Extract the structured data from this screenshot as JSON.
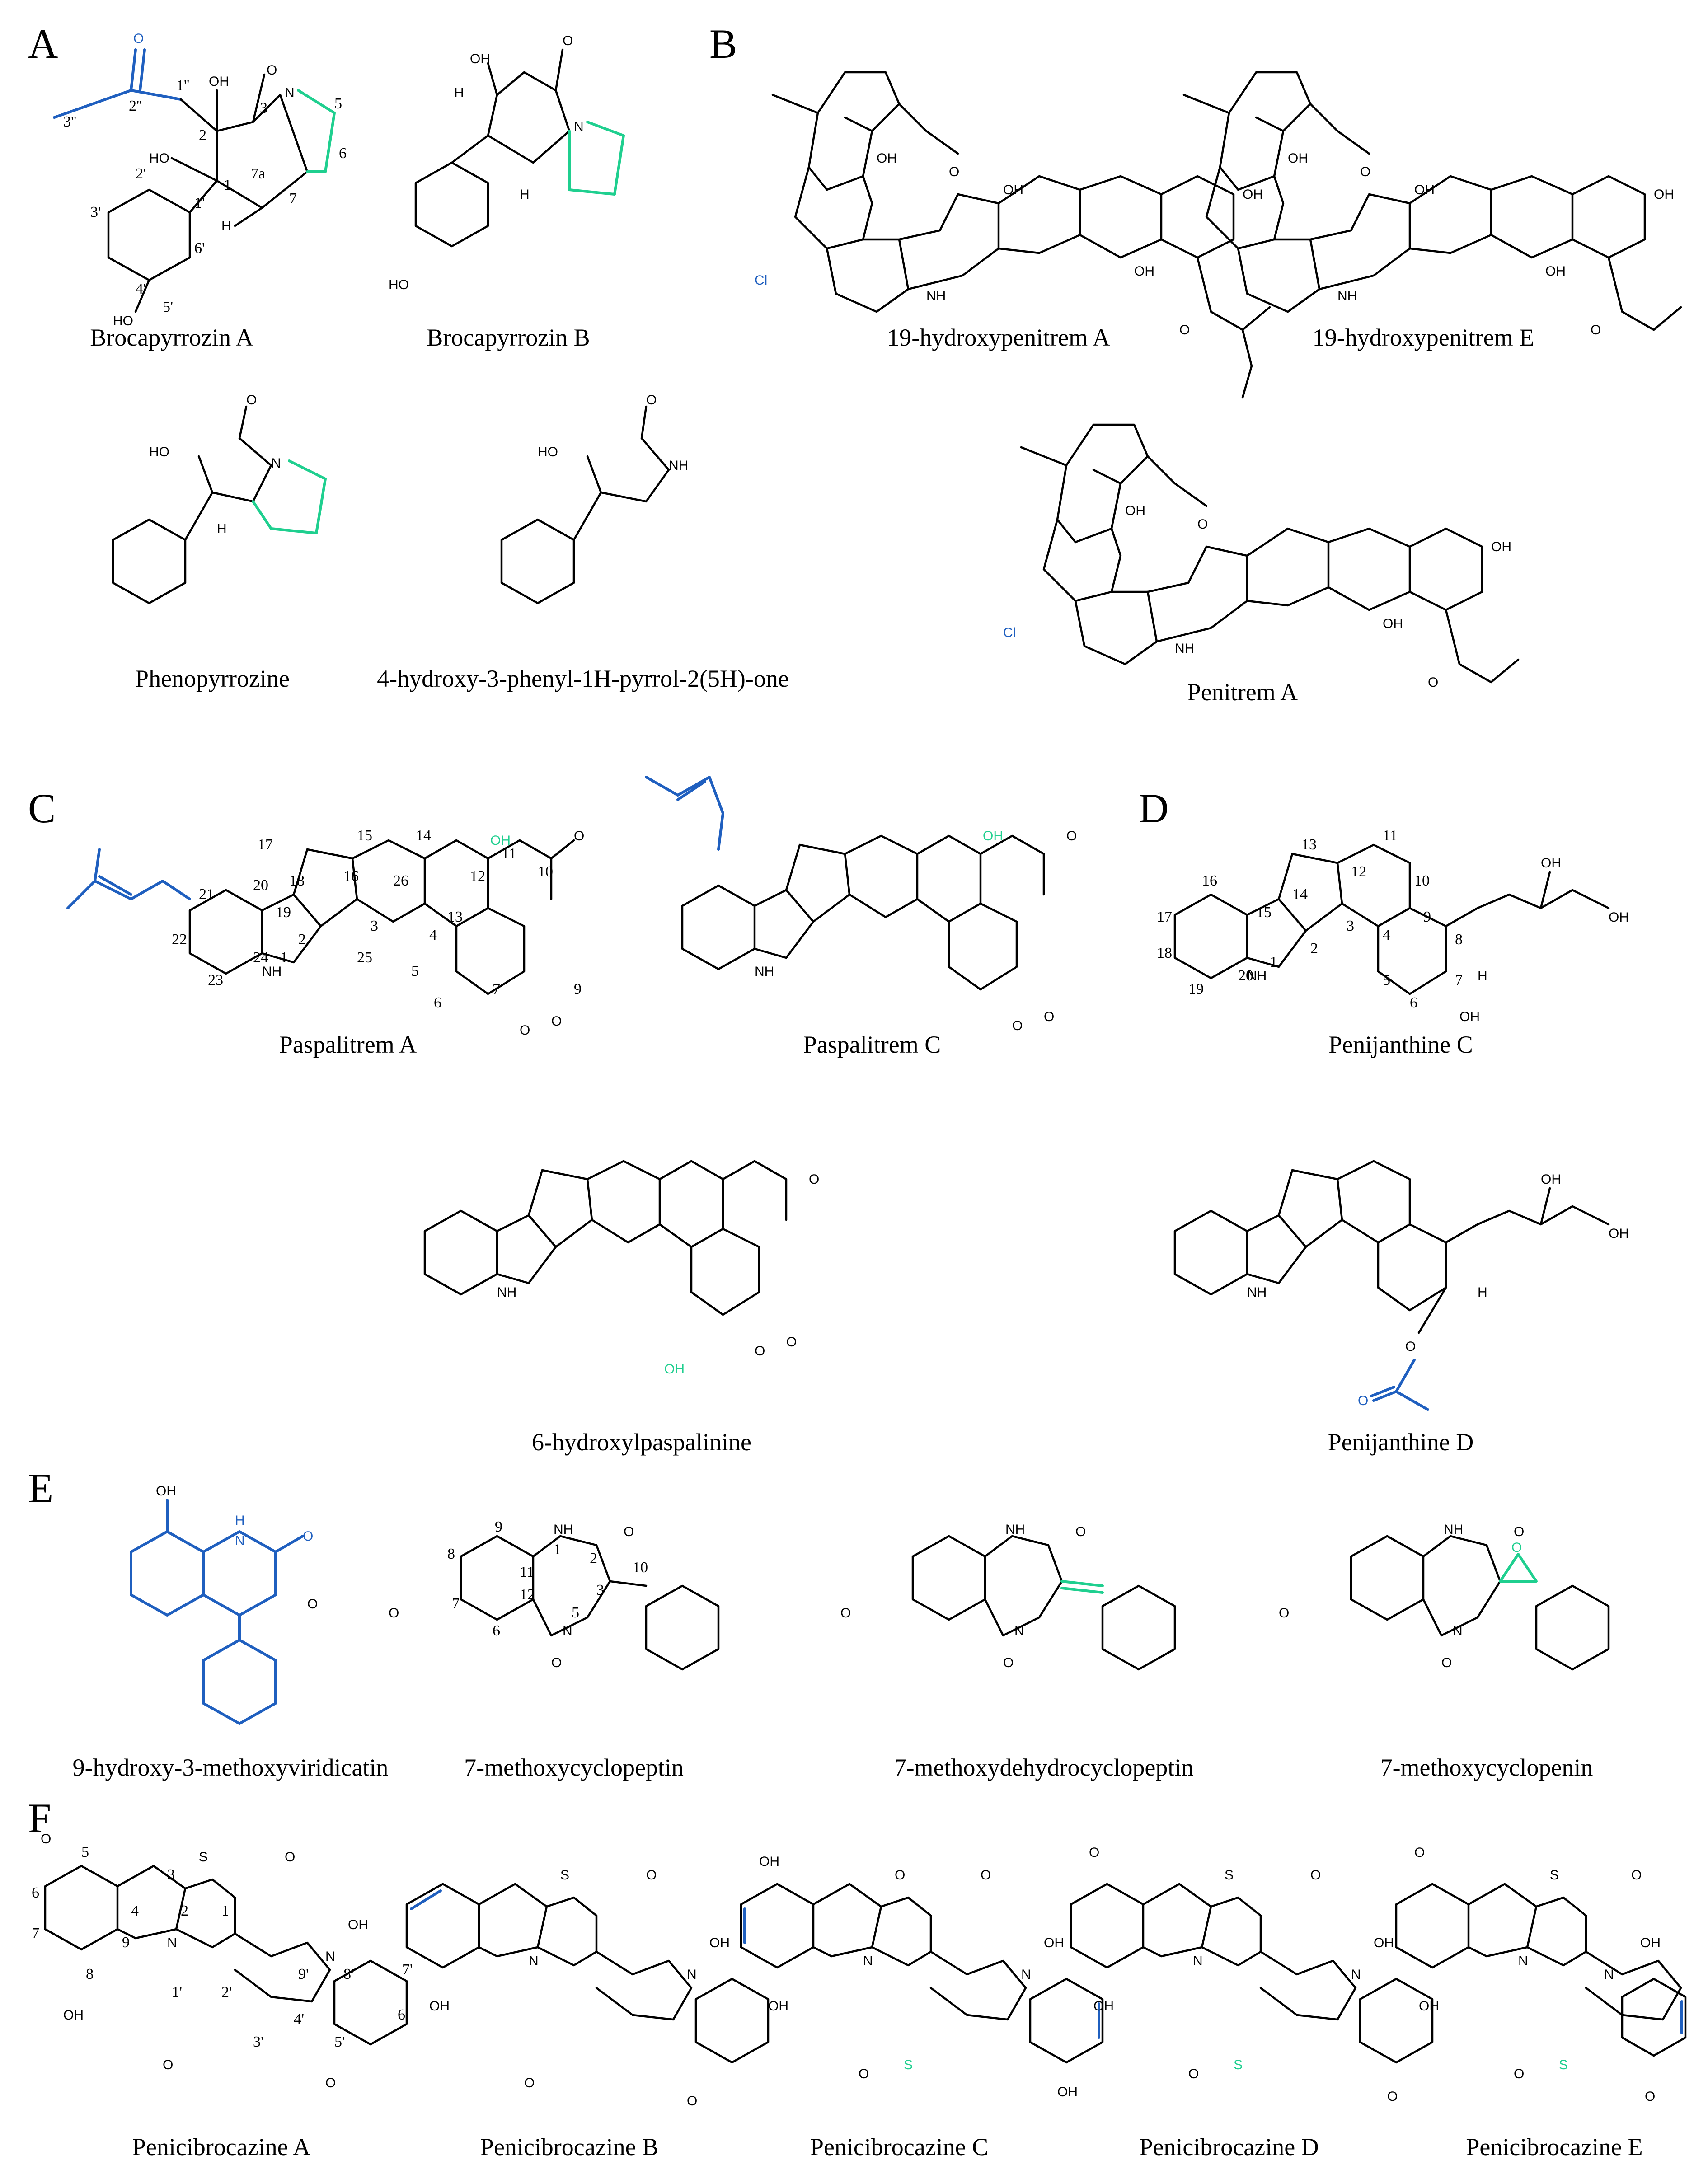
{
  "panels": {
    "A": {
      "letter": "A",
      "compounds": [
        "Brocapyrrozin A",
        "Brocapyrrozin B",
        "Phenopyrrozine",
        "4-hydroxy-3-phenyl-1H-pyrrol-2(5H)-one"
      ]
    },
    "B": {
      "letter": "B",
      "compounds": [
        "19-hydroxypenitrem A",
        "19-hydroxypenitrem E",
        "Penitrem A"
      ]
    },
    "C": {
      "letter": "C",
      "compounds": [
        "Paspalitrem A",
        "Paspalitrem C",
        "6-hydroxylpaspalinine"
      ]
    },
    "D": {
      "letter": "D",
      "compounds": [
        "Penijanthine C",
        "Penijanthine D"
      ]
    },
    "E": {
      "letter": "E",
      "compounds": [
        "9-hydroxy-3-methoxyviridicatin",
        "7-methoxycyclopeptin",
        "7-methoxydehydrocyclopeptin",
        "7-methoxycyclopenin"
      ]
    },
    "F": {
      "letter": "F",
      "compounds": [
        "Penicibrocazine A",
        "Penicibrocazine B",
        "Penicibrocazine C",
        "Penicibrocazine D",
        "Penicibrocazine E"
      ]
    }
  },
  "atoms": {
    "O": "O",
    "OH": "OH",
    "HO": "HO",
    "N": "N",
    "NH": "NH",
    "H": "H",
    "Cl": "Cl",
    "S": "S"
  },
  "locants": {
    "brocA": [
      "3''",
      "2''",
      "1''",
      "2",
      "3",
      "1",
      "7a",
      "5",
      "6",
      "7",
      "2'",
      "3'",
      "1'",
      "4'",
      "6'",
      "5'"
    ],
    "paspA": [
      "17",
      "16",
      "15",
      "14",
      "20",
      "19",
      "18",
      "21",
      "26",
      "3",
      "4",
      "13",
      "12",
      "11",
      "10",
      "22",
      "2",
      "1",
      "24",
      "23",
      "25",
      "5",
      "6",
      "7",
      "9"
    ],
    "penC": [
      "13",
      "12",
      "11",
      "10",
      "16",
      "15",
      "14",
      "9",
      "17",
      "3",
      "8",
      "18",
      "2",
      "1",
      "20",
      "19",
      "4",
      "5",
      "6",
      "7"
    ],
    "cyclopeptin": [
      "9",
      "1",
      "8",
      "11",
      "2",
      "10",
      "3",
      "12",
      "7",
      "6",
      "5"
    ],
    "penicA": [
      "5",
      "3",
      "4",
      "2",
      "6",
      "1",
      "9",
      "7",
      "8",
      "9'",
      "8'",
      "7'",
      "1'",
      "2'",
      "4'",
      "3'",
      "5'",
      "6'"
    ]
  },
  "colors": {
    "blue": "#1f5fbf",
    "green": "#1fcf8f",
    "black": "#000000"
  }
}
